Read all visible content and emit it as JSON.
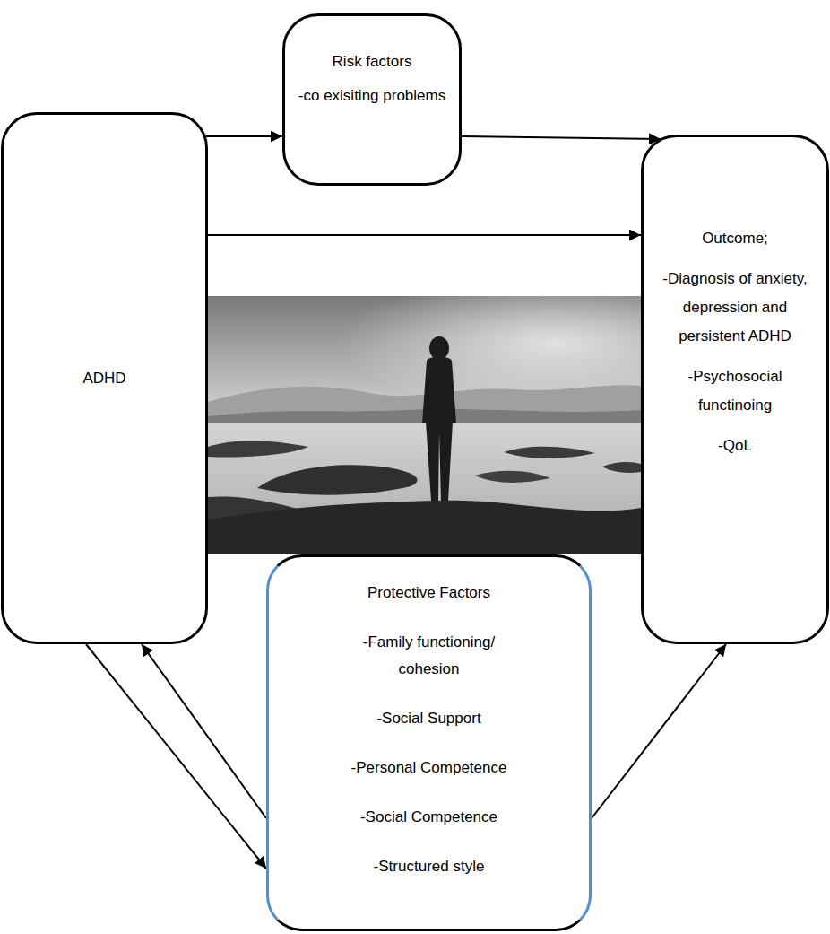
{
  "diagram": {
    "nodes": [
      {
        "text": [
          "Risk factors",
          "-co exisiting problems"
        ]
      },
      {
        "text": [
          "ADHD"
        ]
      },
      {
        "text": [
          "Outcome;",
          "-Diagnosis of anxiety, depression and persistent ADHD",
          "-Psychosocial functinoing",
          "-QoL"
        ]
      },
      {
        "text": [
          "Protective Factors",
          "-Family functioning/ cohesion",
          "-Social Support",
          "-Personal Competence",
          "-Social Competence",
          "-Structured style"
        ]
      }
    ],
    "edges": [
      {
        "from": 1,
        "to": 0,
        "arrow": "to"
      },
      {
        "from": 0,
        "to": 2,
        "arrow": "to"
      },
      {
        "from": 1,
        "to": 2,
        "arrow": "to"
      },
      {
        "from": 1,
        "to": 3,
        "arrow": "to"
      },
      {
        "from": 3,
        "to": 1,
        "arrow": "to"
      },
      {
        "from": 3,
        "to": 2,
        "arrow": "to"
      }
    ]
  }
}
